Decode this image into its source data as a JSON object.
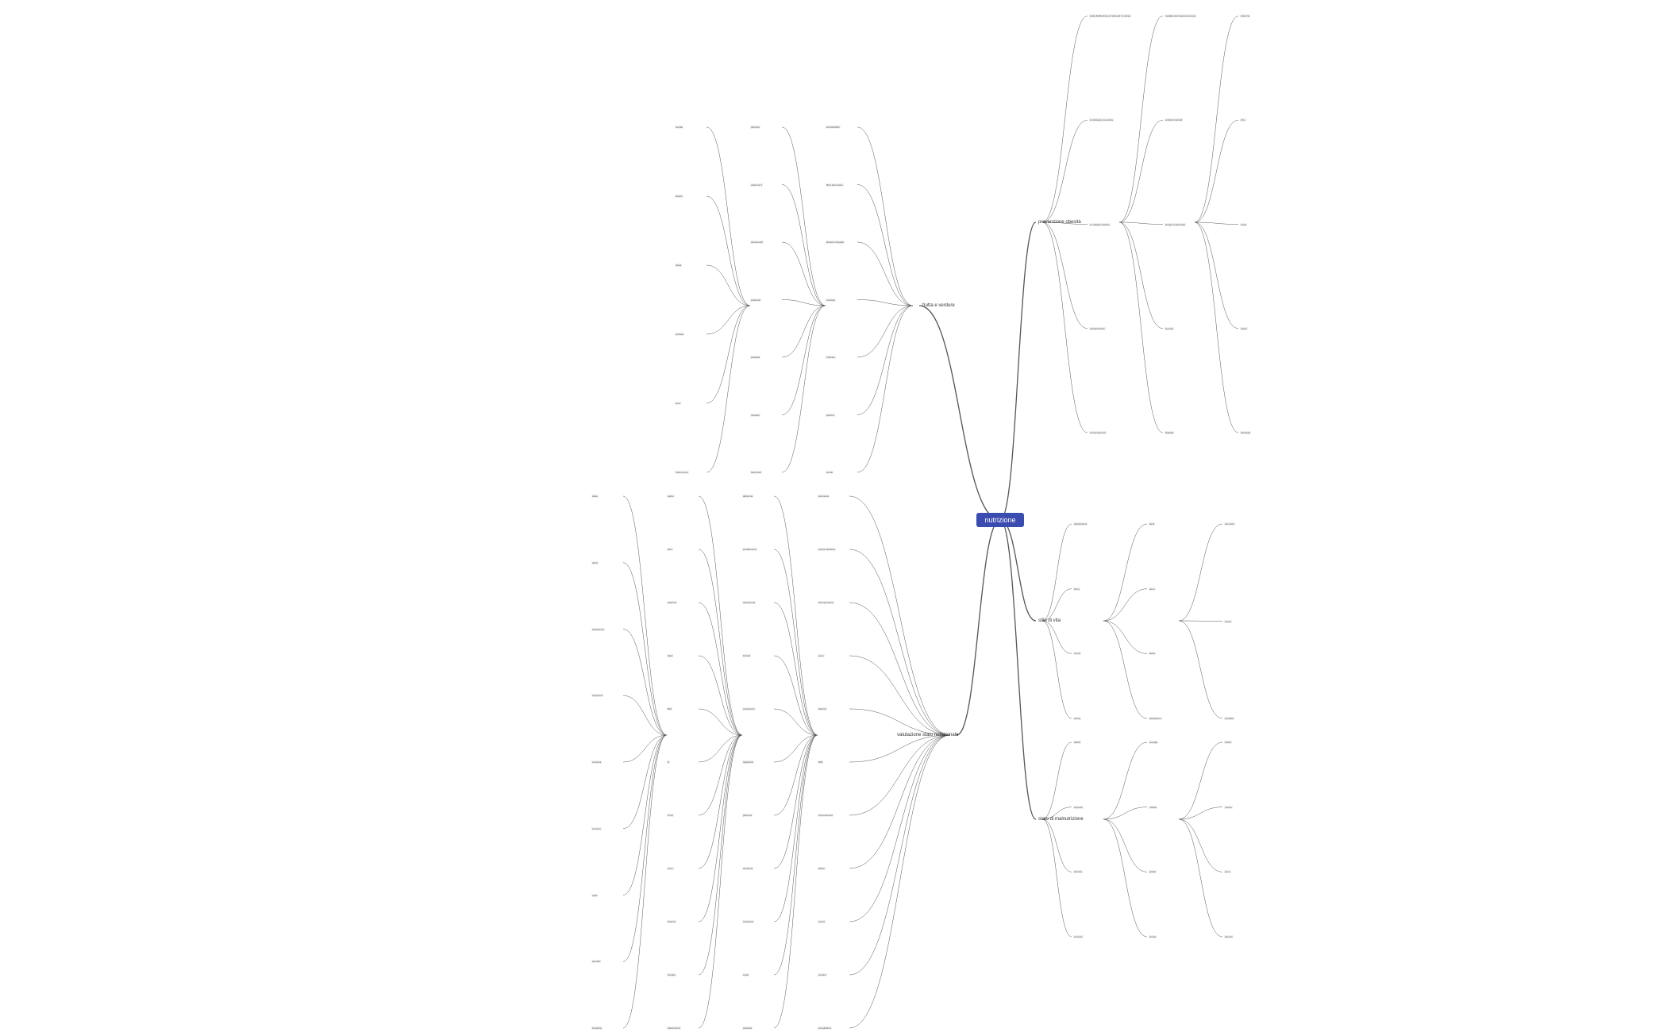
{
  "root": "nutrizione",
  "colors": {
    "root_bg": "#3b4cb0",
    "line": "#555555",
    "leaf_bg": "#efefef"
  },
  "branches": {
    "prevenzione": {
      "label": "prevenzione obesità",
      "items": [
        "sulla distribuzione di alimenti in campo",
        "le strategie preventive",
        "le malattie infettive",
        "caratteristiche",
        "comportamenti",
        "malattie del sistema nervoso",
        "problemi dentali",
        "bisogni nutrizionali",
        "periodo",
        "disfagia",
        "vitamine",
        "cibo",
        "sodio",
        "calcio",
        "patologie"
      ]
    },
    "frutta": {
      "label": "frutta e verdure",
      "items": [
        "antiossidanti",
        "fibra alimentare",
        "alimenti integrali",
        "nocciole",
        "fruttosio",
        "pectina",
        "amido",
        "glucosio",
        "vitamina C",
        "carotenoidi",
        "polifenoli",
        "potassio",
        "minerali",
        "flavonoidi",
        "cereali",
        "legumi",
        "pasta",
        "verdure",
        "semi",
        "frutta secca"
      ]
    },
    "stile": {
      "label": "stile di vita",
      "items": [
        "attività fisica",
        "fumo",
        "sonno",
        "stress",
        "alcol",
        "peso",
        "dieta",
        "idratazione",
        "esercizio",
        "riposo",
        "socialità"
      ]
    },
    "stato": {
      "label": "stato di malnutrizione",
      "items": [
        "deficit",
        "eccesso",
        "anemia",
        "proteine",
        "energia",
        "massa",
        "grassi",
        "acqua",
        "indice",
        "misure",
        "peso",
        "altezza"
      ]
    },
    "valutazione": {
      "label": "valutazione stato nutrizionale",
      "items": [
        "anamnesi",
        "esame obiettivo",
        "antropometria",
        "peso",
        "altezza",
        "BMI",
        "circonferenze",
        "pliche",
        "esami",
        "ematici",
        "emoglobina",
        "albumina",
        "prealbumina",
        "transferrina",
        "linfociti",
        "colesterolo",
        "trigliceridi",
        "glicemia",
        "azotemia",
        "creatinina",
        "sodio",
        "potassio",
        "calcio",
        "ferro",
        "vitamine",
        "folati",
        "B12",
        "D",
        "zinco",
        "urine",
        "bilancio",
        "azotato",
        "calorimetria",
        "dieta",
        "diario",
        "questionari",
        "frequenza",
        "consumi",
        "porzioni",
        "pasti",
        "spuntini",
        "bevande"
      ]
    }
  }
}
